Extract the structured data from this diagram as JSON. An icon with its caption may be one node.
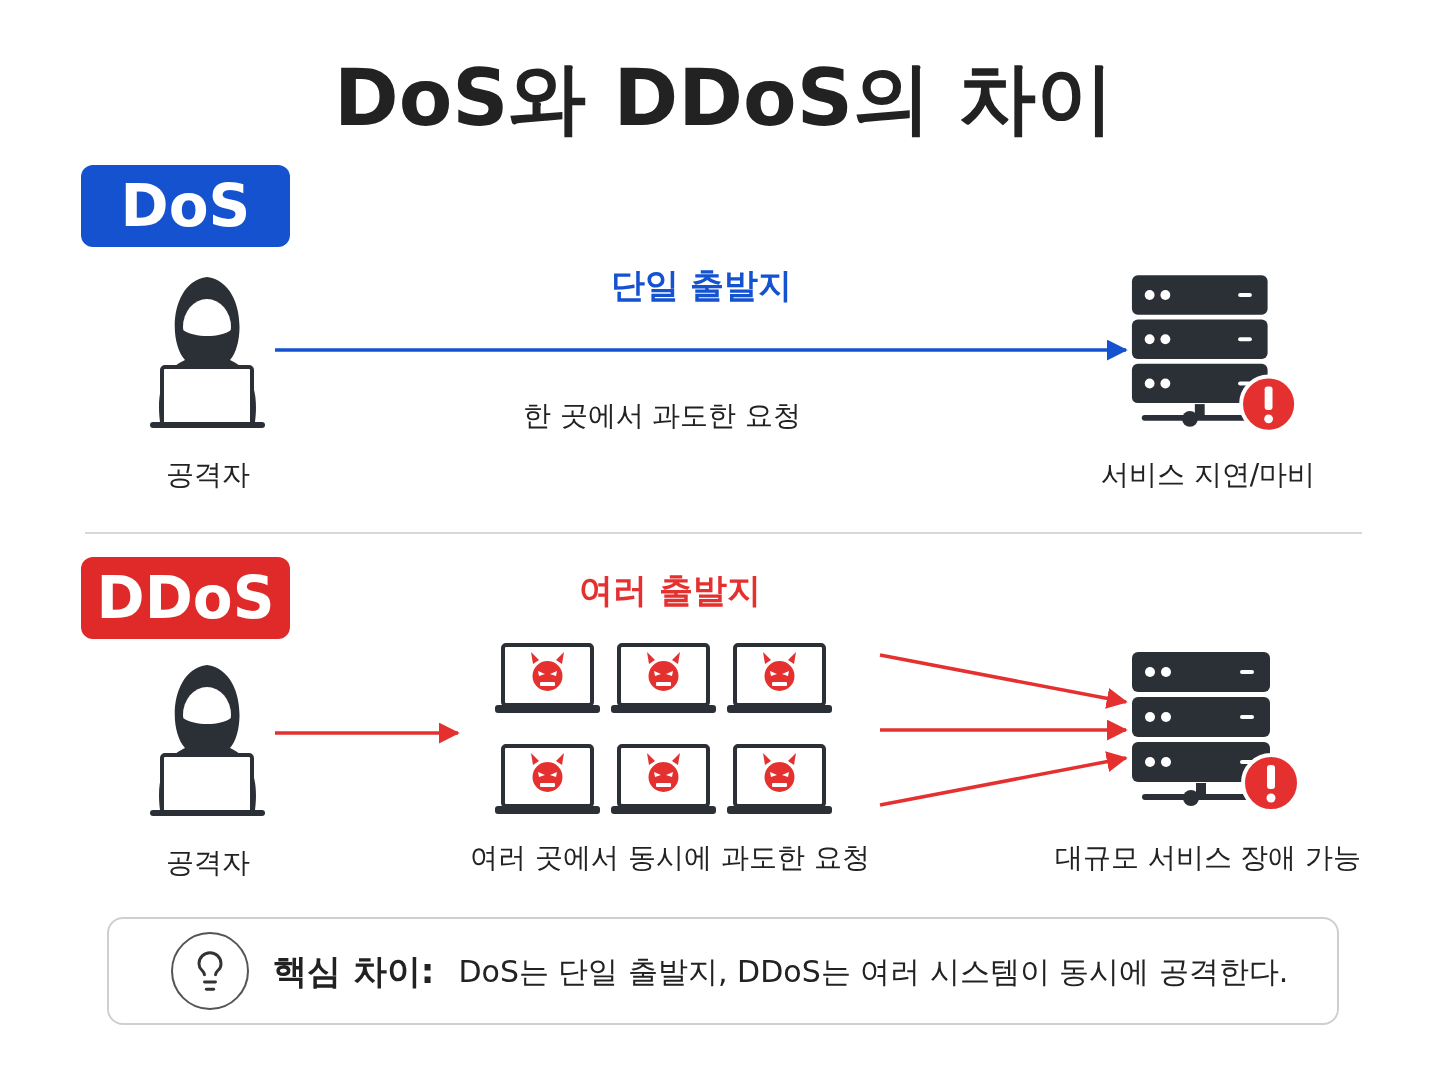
{
  "diagram": {
    "title": "DoS와 DDoS의 차이",
    "nodes": [
      {
        "text": [
          "DoS"
        ]
      },
      {
        "text": [],
        "shape": "person",
        "beside": [
          "공격자"
        ]
      },
      {
        "text": [],
        "shape": "server",
        "beside": [
          "서비스 지연/마비"
        ]
      },
      {
        "text": [
          "DDoS"
        ]
      },
      {
        "text": [],
        "shape": "person",
        "beside": [
          "공격자"
        ]
      },
      {
        "text": [
          "여러 출발지",
          "여러 곳에서 동시에 과도한 요청"
        ]
      },
      {
        "text": [],
        "shape": "laptop",
        "in": 5
      },
      {
        "text": [],
        "shape": "laptop",
        "in": 5
      },
      {
        "text": [],
        "shape": "laptop",
        "in": 5
      },
      {
        "text": [],
        "shape": "laptop",
        "in": 5
      },
      {
        "text": [],
        "shape": "laptop",
        "in": 5
      },
      {
        "text": [],
        "shape": "laptop",
        "in": 5
      },
      {
        "text": [],
        "shape": "server",
        "beside": [
          "대규모 서비스 장애 가능"
        ]
      },
      {
        "text": [
          "핵심 차이:",
          "DoS는 단일 출발지, DDoS는 여러 시스템이 동시에 공격한다."
        ]
      }
    ],
    "edges": [
      {
        "from": 1,
        "to": 2,
        "arrow": "to",
        "label": "단일 출발지",
        "color": "#1552d0"
      },
      {
        "from": 4,
        "to": 5,
        "arrow": "to"
      },
      {
        "from": 5,
        "to": 12,
        "arrow": "to"
      },
      {
        "from": 5,
        "to": 12,
        "arrow": "to"
      },
      {
        "from": 5,
        "to": 12,
        "arrow": "to"
      }
    ],
    "labels": [
      "한 곳에서 과도한 요청"
    ]
  }
}
